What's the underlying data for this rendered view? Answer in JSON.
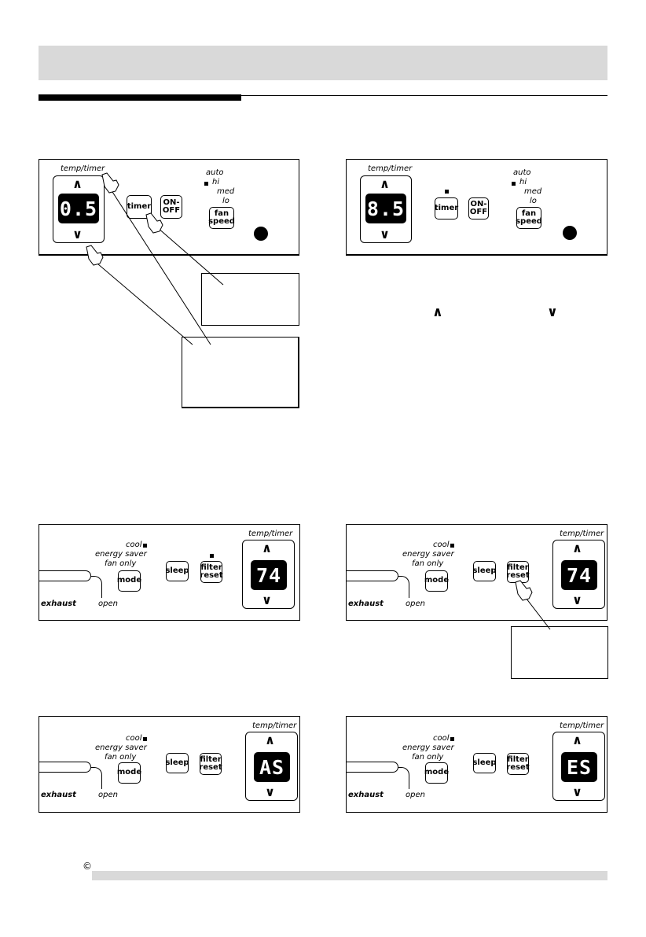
{
  "page": {
    "copyright_symbol": "©"
  },
  "labels": {
    "temp_timer": "temp/timer",
    "auto": "auto",
    "hi": "hi",
    "med": "med",
    "lo": "lo",
    "cool": "cool",
    "energy_saver": "energy saver",
    "fan_only": "fan only",
    "exhaust": "exhaust",
    "open": "open"
  },
  "buttons": {
    "timer": "timer",
    "on_off_line1": "ON-",
    "on_off_line2": "OFF",
    "fan_line1": "fan",
    "fan_line2": "speed",
    "mode": "mode",
    "sleep": "sleep",
    "filter_line1": "filter",
    "filter_line2": "reset"
  },
  "arrows": {
    "up": "∧",
    "down": "∨"
  },
  "displays": {
    "panel1": "0.5",
    "panel2": "8.5",
    "panel3": "74",
    "panel4": "74",
    "panel5": "AS",
    "panel6": "ES"
  },
  "colors": {
    "header_bar": "#d9d9d9",
    "lcd_background": "#000000",
    "lcd_text": "#ffffff"
  }
}
